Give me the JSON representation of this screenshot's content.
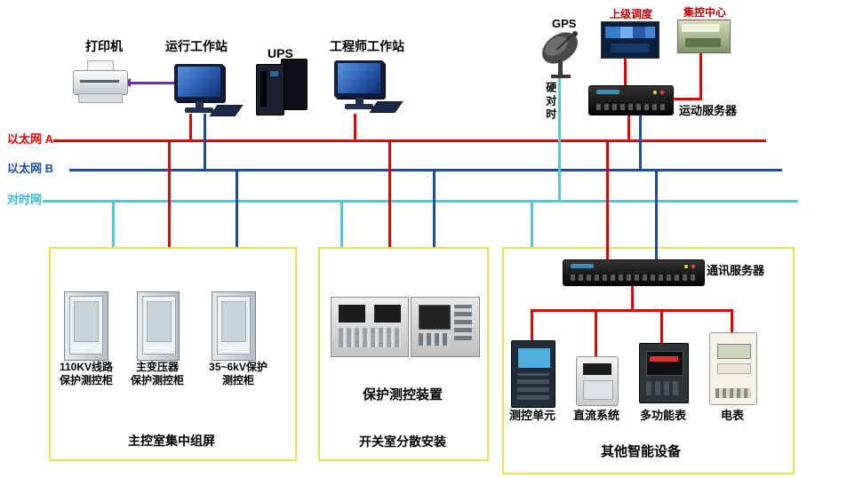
{
  "top": {
    "printer": "打印机",
    "operator_ws": "运行工作站",
    "ups": "UPS",
    "engineer_ws": "工程师工作站",
    "gps": "GPS",
    "superior_dispatch": "上级调度",
    "central_control": "集控中心",
    "hard_time_sync": "硬对时",
    "telecontrol_server": "运动服务器"
  },
  "buses": {
    "ethernet_a": "以太网 A",
    "ethernet_b": "以太网 B",
    "time_sync": "对时网"
  },
  "colors": {
    "ethernet_a": "#e60000",
    "ethernet_b": "#1d4ba0",
    "time_sync": "#55c5da",
    "printer_link": "#7030a0",
    "zone_border": "#e4e44e",
    "photo_label": "#c00000"
  },
  "left_zone": {
    "cabinet1_line1": "110KV线路",
    "cabinet1_line2": "保护测控柜",
    "cabinet2_line1": "主变压器",
    "cabinet2_line2": "保护测控柜",
    "cabinet3_line1": "35~6kV保护",
    "cabinet3_line2": "测控柜",
    "caption": "主控室集中组屏"
  },
  "middle_zone": {
    "device_label": "保护测控装置",
    "caption": "开关室分散安装"
  },
  "right_zone": {
    "comm_server": "通讯服务器",
    "device1": "测控单元",
    "device2": "直流系统",
    "device3": "多功能表",
    "device4": "电表",
    "caption": "其他智能设备"
  }
}
